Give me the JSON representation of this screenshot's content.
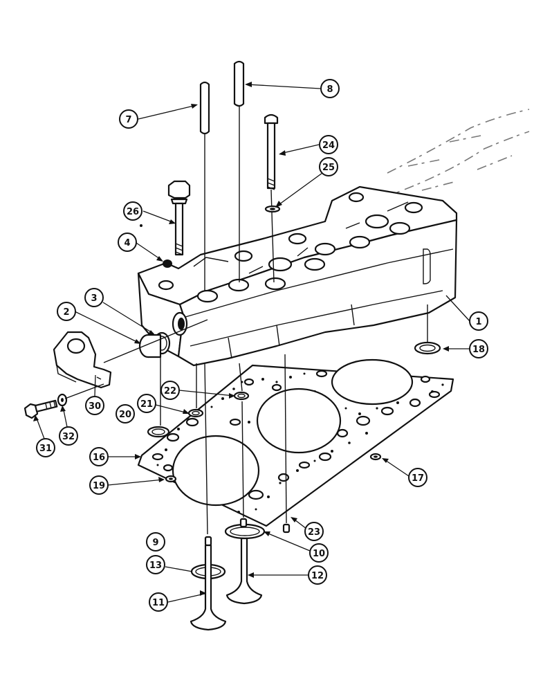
{
  "callouts": [
    {
      "id": "1",
      "label": "1"
    },
    {
      "id": "2",
      "label": "2"
    },
    {
      "id": "3",
      "label": "3"
    },
    {
      "id": "4",
      "label": "4"
    },
    {
      "id": "7",
      "label": "7"
    },
    {
      "id": "8",
      "label": "8"
    },
    {
      "id": "9",
      "label": "9"
    },
    {
      "id": "10",
      "label": "10"
    },
    {
      "id": "11",
      "label": "11"
    },
    {
      "id": "12",
      "label": "12"
    },
    {
      "id": "13",
      "label": "13"
    },
    {
      "id": "16",
      "label": "16"
    },
    {
      "id": "17",
      "label": "17"
    },
    {
      "id": "18",
      "label": "18"
    },
    {
      "id": "19",
      "label": "19"
    },
    {
      "id": "20",
      "label": "20"
    },
    {
      "id": "21",
      "label": "21"
    },
    {
      "id": "22",
      "label": "22"
    },
    {
      "id": "23",
      "label": "23"
    },
    {
      "id": "24",
      "label": "24"
    },
    {
      "id": "25",
      "label": "25"
    },
    {
      "id": "26",
      "label": "26"
    },
    {
      "id": "30",
      "label": "30"
    },
    {
      "id": "31",
      "label": "31"
    },
    {
      "id": "32",
      "label": "32"
    }
  ]
}
